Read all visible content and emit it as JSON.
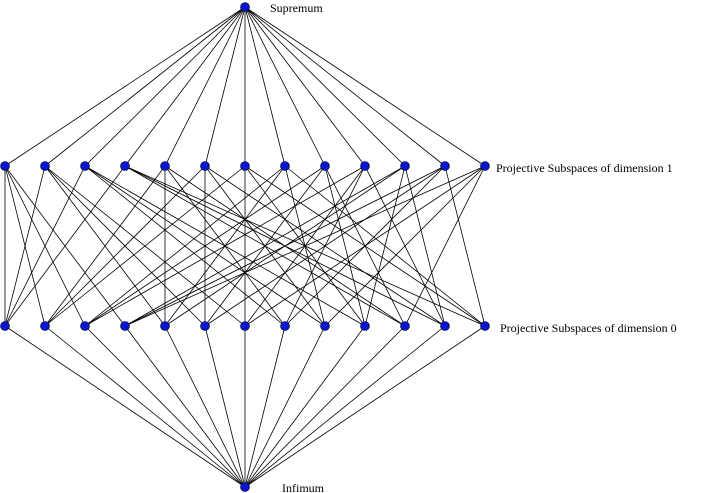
{
  "labels": {
    "supremum": "Supremum",
    "dim1": "Projective Subspaces of dimension 1",
    "dim0": "Projective Subspaces of dimension 0",
    "infimum": "Infimum"
  },
  "colors": {
    "node": "#0a14d6",
    "edge": "#000000",
    "background": "#ffffff"
  },
  "lattice": {
    "dim1_count": 13,
    "dim0_count": 13,
    "incidence": [
      [
        0,
        1,
        2,
        3
      ],
      [
        0,
        4,
        5,
        6
      ],
      [
        0,
        7,
        8,
        9
      ],
      [
        0,
        10,
        11,
        12
      ],
      [
        1,
        4,
        7,
        10
      ],
      [
        1,
        5,
        8,
        11
      ],
      [
        1,
        6,
        9,
        12
      ],
      [
        2,
        4,
        8,
        12
      ],
      [
        2,
        5,
        9,
        10
      ],
      [
        2,
        6,
        7,
        11
      ],
      [
        3,
        4,
        9,
        11
      ],
      [
        3,
        5,
        7,
        12
      ],
      [
        3,
        6,
        8,
        10
      ]
    ]
  }
}
